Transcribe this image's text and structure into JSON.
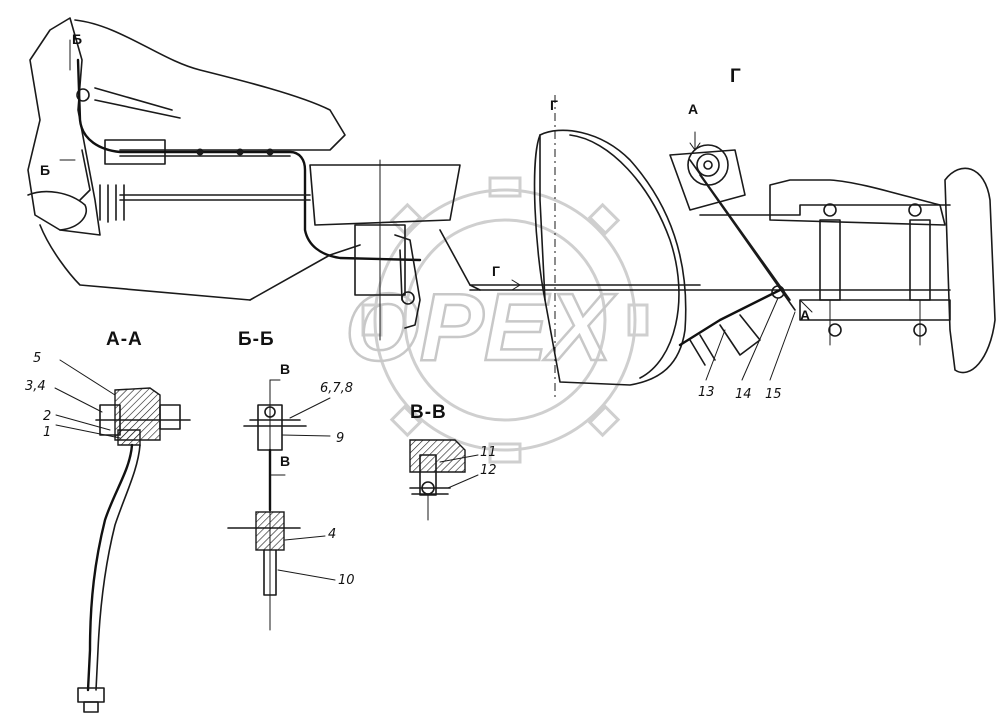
{
  "watermark": {
    "text": "OPEX"
  },
  "section_titles": {
    "view_g": "Г",
    "section_aa": "А-А",
    "section_bb": "Б-Б",
    "section_vv": "В-В"
  },
  "markers": {
    "a_top": "А",
    "a_bottom": "А",
    "b_top": "Б",
    "b_left": "Б",
    "g_arrow": "Г",
    "g_axis": "Г",
    "v_top": "В",
    "v_bottom": "В"
  },
  "callouts": {
    "aa": [
      "5",
      "3,4",
      "2",
      "1"
    ],
    "bb": [
      "6,7,8",
      "9",
      "4",
      "10"
    ],
    "vv": [
      "11",
      "12"
    ],
    "main": [
      "13",
      "14",
      "15"
    ]
  }
}
